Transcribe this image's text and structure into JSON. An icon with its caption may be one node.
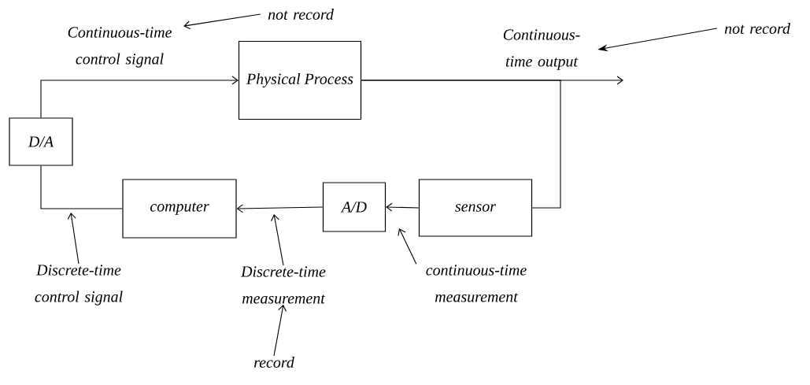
{
  "diagram": {
    "nodes": [
      {
        "text": [
          "Physical Process"
        ]
      },
      {
        "text": [
          "D/A"
        ]
      },
      {
        "text": [
          "computer"
        ]
      },
      {
        "text": [
          "A/D"
        ]
      },
      {
        "text": [
          "sensor"
        ]
      },
      {
        "text": [
          "Continuous-time control signal"
        ]
      },
      {
        "text": [
          "not record"
        ]
      },
      {
        "text": [
          "Continuous-time output"
        ]
      },
      {
        "text": [
          "not record"
        ]
      },
      {
        "text": [
          "Discrete-time control signal"
        ]
      },
      {
        "text": [
          "Discrete-time measurement"
        ]
      },
      {
        "text": [
          "record"
        ]
      },
      {
        "text": [
          "continuous-time measurement"
        ]
      }
    ],
    "edges": [
      {
        "from": 1,
        "to": 0,
        "arrow": "to"
      },
      {
        "from": 0,
        "to": null,
        "arrow": "to"
      },
      {
        "from": 0,
        "to": 4,
        "arrow": "none"
      },
      {
        "from": 4,
        "to": 3,
        "arrow": "to"
      },
      {
        "from": 3,
        "to": 2,
        "arrow": "to"
      },
      {
        "from": 2,
        "to": 1,
        "arrow": "none"
      },
      {
        "from": 6,
        "to": 5,
        "arrow": "to"
      },
      {
        "from": 8,
        "to": 7,
        "arrow": "to"
      },
      {
        "from": 9,
        "to": null,
        "arrow": "to"
      },
      {
        "from": 10,
        "to": null,
        "arrow": "to"
      },
      {
        "from": 11,
        "to": 10,
        "arrow": "to"
      },
      {
        "from": 12,
        "to": null,
        "arrow": "to"
      }
    ]
  }
}
